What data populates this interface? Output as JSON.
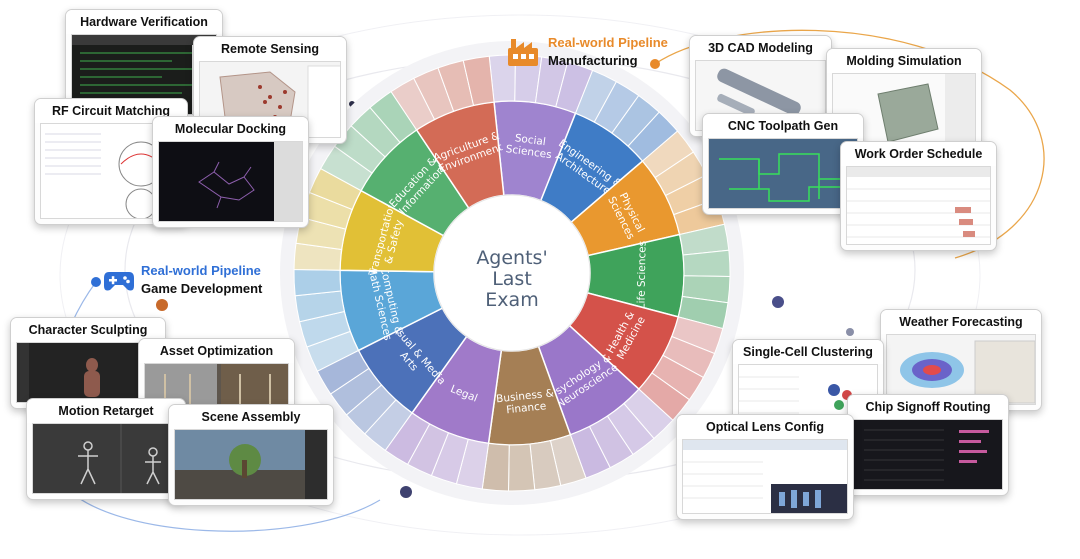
{
  "center": {
    "line1": "Agents'",
    "line2": "Last",
    "line3": "Exam"
  },
  "domains": [
    {
      "lines": [
        "Social",
        "Sciences"
      ],
      "color": "#9f84cf"
    },
    {
      "lines": [
        "Engineering &",
        "Architecture"
      ],
      "color": "#3f7cc6"
    },
    {
      "lines": [
        "Physical",
        "Sciences"
      ],
      "color": "#e9982f"
    },
    {
      "lines": [
        "Life Sciences"
      ],
      "color": "#3fa35b"
    },
    {
      "lines": [
        "Health &",
        "Medicine"
      ],
      "color": "#d4524a"
    },
    {
      "lines": [
        "Psychology &",
        "Neuroscience"
      ],
      "color": "#9a77c9"
    },
    {
      "lines": [
        "Business &",
        "Finance"
      ],
      "color": "#a57f55"
    },
    {
      "lines": [
        "Legal"
      ],
      "color": "#a07ac9"
    },
    {
      "lines": [
        "Visual & Media",
        "Arts"
      ],
      "color": "#4c71b9"
    },
    {
      "lines": [
        "Computing &",
        "Math Sciences"
      ],
      "color": "#5aa6d8"
    },
    {
      "lines": [
        "Transportation",
        "& Safety"
      ],
      "color": "#e1c036"
    },
    {
      "lines": [
        "Education &",
        "Information"
      ],
      "color": "#56b070"
    },
    {
      "lines": [
        "Agriculture &",
        "Environment"
      ],
      "color": "#d36b56"
    }
  ],
  "pipelines": {
    "manufacturing": {
      "kind": "Real-world Pipeline",
      "name": "Manufacturing",
      "color": "#e88a2a"
    },
    "game": {
      "kind": "Real-world Pipeline",
      "name": "Game Development",
      "color": "#2f6fd6"
    }
  },
  "cards": {
    "hardware_verification": "Hardware Verification",
    "remote_sensing": "Remote Sensing",
    "rf_circuit_matching": "RF Circuit Matching",
    "molecular_docking": "Molecular Docking",
    "cad_modeling": "3D CAD Modeling",
    "molding_simulation": "Molding Simulation",
    "cnc_toolpath": "CNC Toolpath Gen",
    "work_order": "Work Order Schedule",
    "character_sculpting": "Character Sculpting",
    "asset_optimization": "Asset Optimization",
    "motion_retarget": "Motion Retarget",
    "scene_assembly": "Scene Assembly",
    "weather_forecasting": "Weather Forecasting",
    "single_cell_clustering": "Single-Cell Clustering",
    "chip_signoff_routing": "Chip Signoff Routing",
    "optical_lens_config": "Optical Lens Config"
  }
}
